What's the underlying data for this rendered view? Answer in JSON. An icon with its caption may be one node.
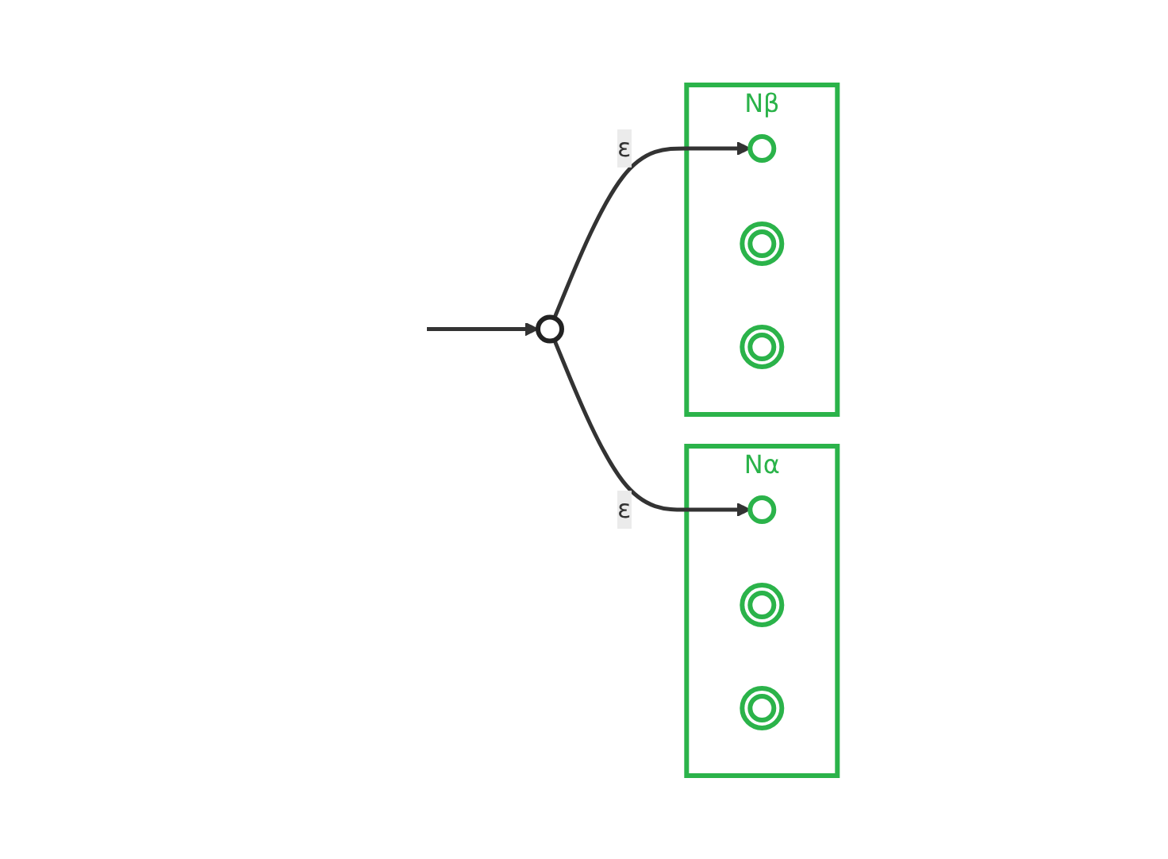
{
  "diagram": {
    "nodes": [
      {
        "text": [],
        "shape": "circle"
      },
      {
        "text": [
          "Nα"
        ]
      },
      {
        "text": [],
        "shape": "circle",
        "in": 1
      },
      {
        "text": [],
        "shape": "circle",
        "in": 1
      },
      {
        "text": [],
        "shape": "circle",
        "in": 1
      },
      {
        "text": [
          "Nβ"
        ]
      },
      {
        "text": [],
        "shape": "circle",
        "in": 5
      },
      {
        "text": [],
        "shape": "circle",
        "in": 5
      },
      {
        "text": [],
        "shape": "circle",
        "in": 5
      }
    ],
    "edges": [
      {
        "from": null,
        "to": 0,
        "arrow": "to"
      },
      {
        "from": 0,
        "to": 2,
        "arrow": "to",
        "label": "ε"
      },
      {
        "from": 0,
        "to": 6,
        "arrow": "to",
        "label": "ε"
      }
    ]
  }
}
